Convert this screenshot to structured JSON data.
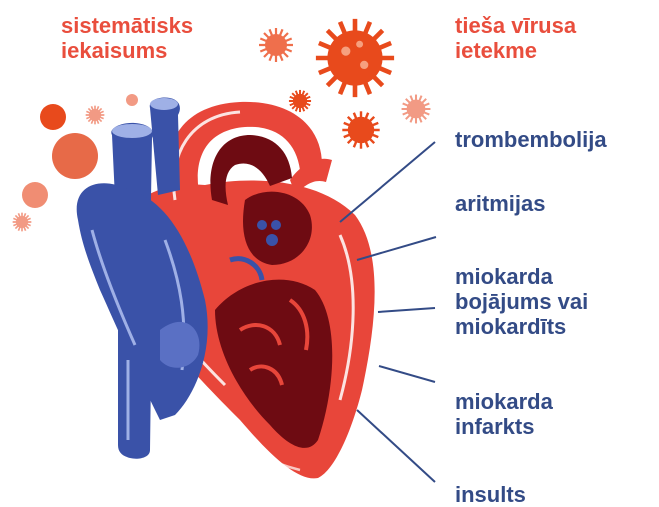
{
  "colors": {
    "red_label": "#e94e3d",
    "blue_label": "#334b86",
    "vessel_blue": "#3a52a8",
    "heart_red": "#e8463a",
    "chamber_dark": "#6e0b12",
    "virus": "#e84a1c"
  },
  "causes": {
    "systemic_inflammation": "sistemātisks\niekaisums",
    "direct_virus_effect": "tieša vīrusa\nietekme"
  },
  "complications": [
    "trombembolija",
    "aritmijas",
    "miokarda\nbojājums vai\nmiokardīts",
    "miokarda\ninfarkts",
    "insults"
  ]
}
